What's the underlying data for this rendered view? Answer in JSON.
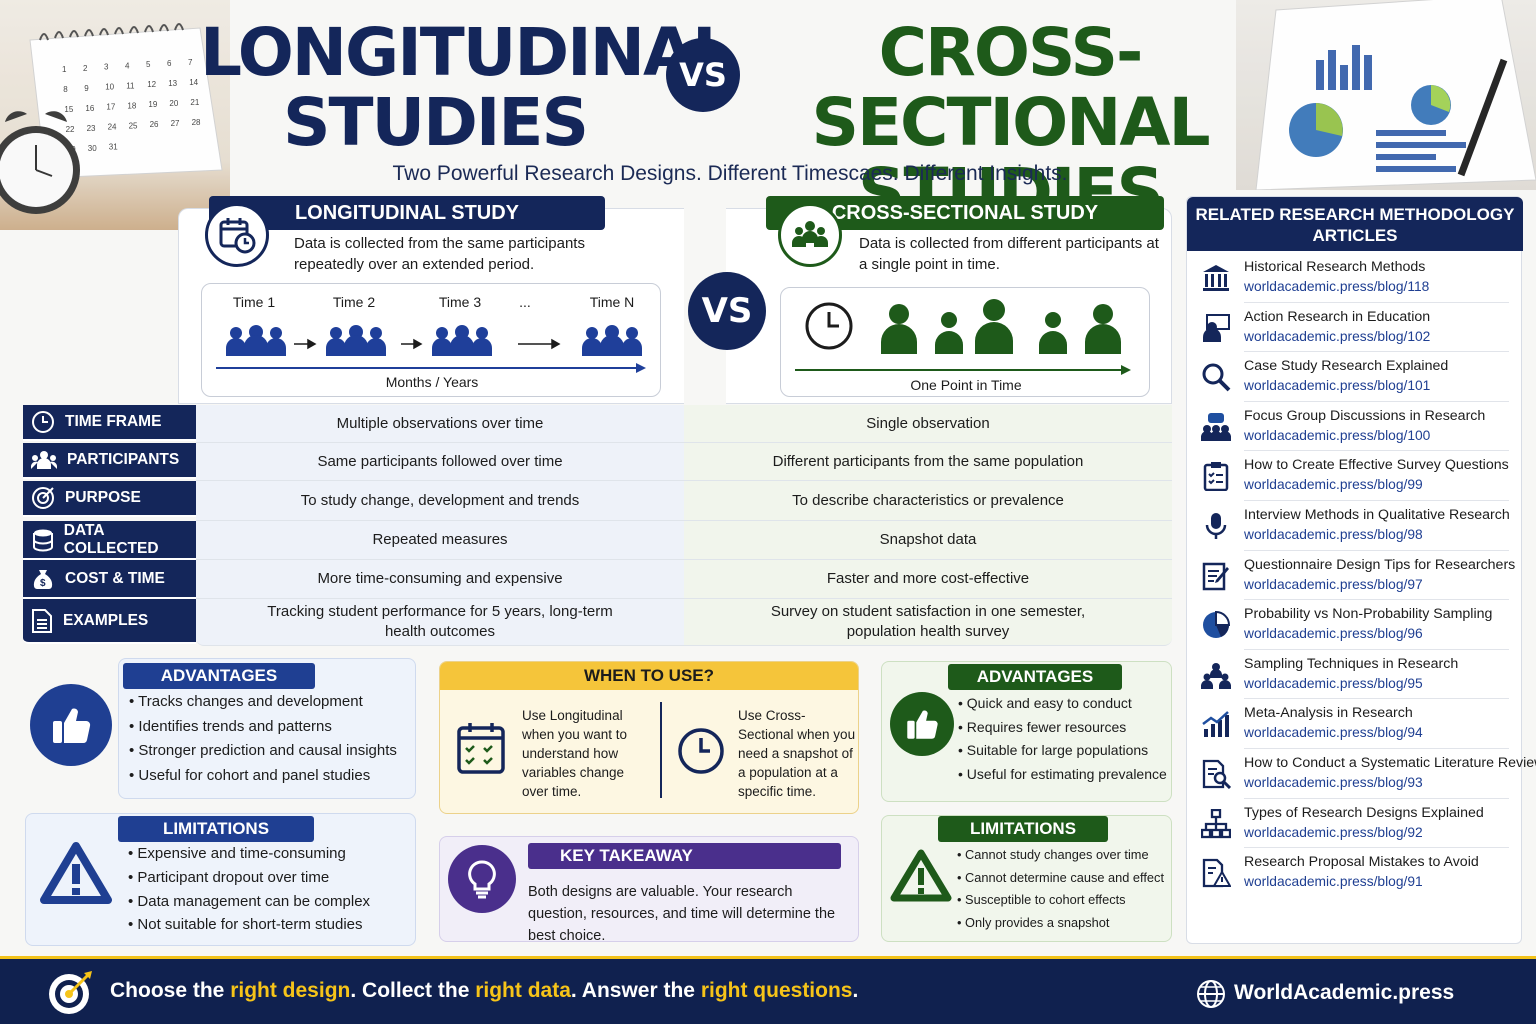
{
  "header": {
    "title_left_1": "LONGITUDINAL",
    "title_left_2": "STUDIES",
    "vs": "VS",
    "title_right_1": "CROSS-SECTIONAL",
    "title_right_2": "STUDIES",
    "subtitle": "Two Powerful Research Designs. Different Timescaes. Different Insights."
  },
  "calendar_numbers": [
    "1",
    "2",
    "3",
    "4",
    "5",
    "6",
    "7",
    "8",
    "9",
    "10",
    "11",
    "12",
    "13",
    "14",
    "15",
    "16",
    "17",
    "18",
    "19",
    "20",
    "21",
    "22",
    "23",
    "24",
    "25",
    "26",
    "27",
    "28",
    "29",
    "30",
    "31"
  ],
  "longitudinal": {
    "heading": "LONGITUDINAL STUDY",
    "definition": "Data is collected from the same participants repeatedly over an extended period.",
    "times": [
      "Time 1",
      "Time 2",
      "Time 3",
      "...",
      "Time N"
    ],
    "axis": "Months / Years"
  },
  "cross": {
    "heading": "CROSS-SECTIONAL STUDY",
    "definition": "Data is collected from different participants at a single point in time.",
    "axis": "One Point in Time"
  },
  "vs_mid": "VS",
  "comparison": [
    {
      "label": "TIME FRAME",
      "left": "Multiple observations over time",
      "right": "Single observation"
    },
    {
      "label": "PARTICIPANTS",
      "left": "Same participants followed over time",
      "right": "Different participants from the same population"
    },
    {
      "label": "PURPOSE",
      "left": "To study change, development and trends",
      "right": "To describe characteristics or prevalence"
    },
    {
      "label": "DATA COLLECTED",
      "left": "Repeated measures",
      "right": "Snapshot data"
    },
    {
      "label": "COST & TIME",
      "left": "More time-consuming and expensive",
      "right": "Faster and more cost-effective"
    },
    {
      "label": "EXAMPLES",
      "left": "Tracking student performance for 5 years, long-term health outcomes",
      "right": "Survey on student satisfaction in one semester, population health survey"
    }
  ],
  "long_adv": {
    "tag": "ADVANTAGES",
    "items": [
      "Tracks changes and development",
      "Identifies trends and patterns",
      "Stronger prediction and causal insights",
      "Useful for cohort and panel studies"
    ]
  },
  "long_lim": {
    "tag": "LIMITATIONS",
    "items": [
      "Expensive and time-consuming",
      "Participant dropout over time",
      "Data management can be complex",
      "Not suitable for short-term studies"
    ]
  },
  "when": {
    "tag": "WHEN TO USE?",
    "left": "Use Longitudinal when you want to understand how variables change over time.",
    "right": "Use Cross-Sectional when you need a snapshot of a population at a specific time."
  },
  "takeaway": {
    "tag": "KEY TAKEAWAY",
    "text": "Both designs are valuable. Your research question, resources, and time will determine the best choice."
  },
  "cross_adv": {
    "tag": "ADVANTAGES",
    "items": [
      "Quick and easy to conduct",
      "Requires fewer resources",
      "Suitable for large populations",
      "Useful for estimating prevalence"
    ]
  },
  "cross_lim": {
    "tag": "LIMITATIONS",
    "items": [
      "Cannot study changes over time",
      "Cannot determine cause and effect",
      "Susceptible to cohort effects",
      "Only provides a snapshot"
    ]
  },
  "sidebar": {
    "heading": "RELATED RESEARCH METHODOLOGY ARTICLES",
    "articles": [
      {
        "title": "Historical Research Methods",
        "url": "worldacademic.press/blog/118",
        "icon": "museum-icon"
      },
      {
        "title": "Action Research in Education",
        "url": "worldacademic.press/blog/102",
        "icon": "teacher-icon"
      },
      {
        "title": "Case Study Research Explained",
        "url": "worldacademic.press/blog/101",
        "icon": "magnifier-icon"
      },
      {
        "title": "Focus Group Discussions in Research",
        "url": "worldacademic.press/blog/100",
        "icon": "group-chat-icon"
      },
      {
        "title": "How to Create Effective Survey Questions",
        "url": "worldacademic.press/blog/99",
        "icon": "clipboard-icon"
      },
      {
        "title": "Interview Methods in Qualitative Research",
        "url": "worldacademic.press/blog/98",
        "icon": "microphone-icon"
      },
      {
        "title": "Questionnaire Design Tips for Researchers",
        "url": "worldacademic.press/blog/97",
        "icon": "form-edit-icon"
      },
      {
        "title": "Probability vs Non-Probability Sampling",
        "url": "worldacademic.press/blog/96",
        "icon": "pie-icon"
      },
      {
        "title": "Sampling Techniques in Research",
        "url": "worldacademic.press/blog/95",
        "icon": "people-icon"
      },
      {
        "title": "Meta-Analysis in Research",
        "url": "worldacademic.press/blog/94",
        "icon": "growth-chart-icon"
      },
      {
        "title": "How to Conduct a Systematic Literature Review",
        "url": "worldacademic.press/blog/93",
        "icon": "document-search-icon"
      },
      {
        "title": "Types of Research Designs Explained",
        "url": "worldacademic.press/blog/92",
        "icon": "hierarchy-icon"
      },
      {
        "title": "Research Proposal Mistakes to Avoid",
        "url": "worldacademic.press/blog/91",
        "icon": "document-warning-icon"
      }
    ]
  },
  "footer": {
    "p1": "Choose the ",
    "h1": "right design",
    ". ": "",
    "p2": ". Collect the ",
    "h2": "right data",
    "p3": ". Answer the ",
    "h3": "right questions",
    "p4": ".",
    "site": "WorldAcademic.press"
  },
  "colors": {
    "navy": "#14265a",
    "green": "#1e5a1a",
    "yellow": "#f6c419",
    "purple": "#4a2f8c"
  }
}
